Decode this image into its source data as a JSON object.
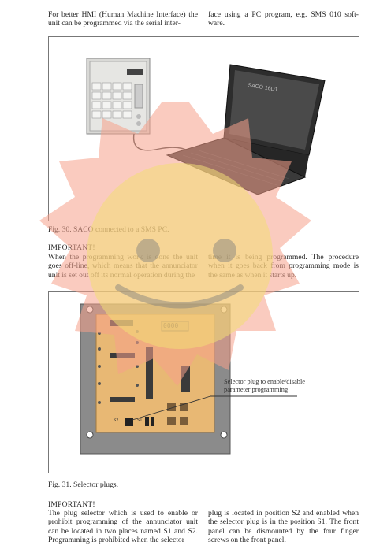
{
  "intro": {
    "col1": "For better HMI (Human Machine Interface) the unit can be programmed via the serial inter-",
    "col2": "face using a PC program, e.g. SMS 010 soft- ware."
  },
  "figure30": {
    "laptop_label": "SACO 16D1",
    "caption": "Fig. 30. SACO connected to a SMS PC."
  },
  "important1": {
    "heading": "IMPORTANT!",
    "col1": "When the programming work is done the unit goes off-line, which means that the annunciator unit is set out off its normal operation during the",
    "col2": "time it is being programmed. The procedure when it goes back from programming mode is the same as when it starts up."
  },
  "figure31": {
    "callout": "Selector plug to enable/disable parameter programming",
    "label_s2": "S2",
    "label_s1": "S1",
    "display": "0000",
    "caption": "Fig. 31. Selector plugs."
  },
  "important2": {
    "heading": "IMPORTANT!",
    "col1": "The plug selector which is used to enable or prohibit programming of the annunciator unit can be located in two places named S1 and S2. Programming is prohibited when the selector",
    "col2": "plug is located in position S2 and enabled when the selector plug is in the position S1. The front panel can be dismounted by the four finger screws on the front panel."
  },
  "colors": {
    "overlay_outer": "#f5a08a",
    "overlay_inner": "#f3df74",
    "panel_orange": "#e8b874"
  }
}
